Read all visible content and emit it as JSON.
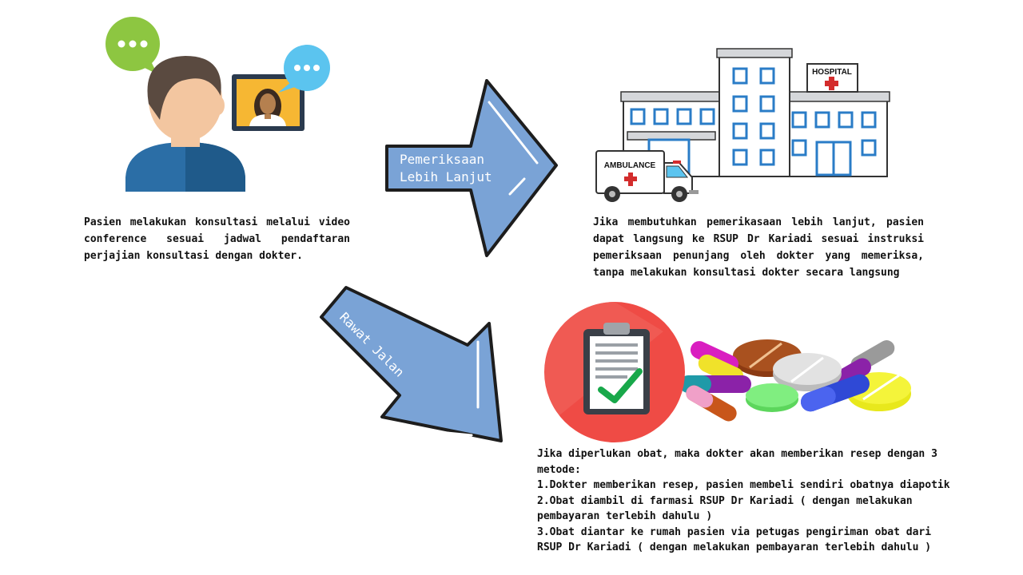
{
  "colors": {
    "arrow_fill": "#7aa3d6",
    "arrow_stroke": "#1d1d1d",
    "accent_green": "#8dc641",
    "accent_blue": "#5bc4ef",
    "hospital_red": "#d32c2c",
    "clipboard_red": "#ef4b45",
    "check_green": "#18a84a"
  },
  "arrows": {
    "right_label_line1": "Pemeriksaan",
    "right_label_line2": "Lebih Lanjut",
    "diagonal_label": "Rawat Jalan"
  },
  "hospital": {
    "sign": "HOSPITAL",
    "ambulance": "AMBULANCE"
  },
  "texts": {
    "consultation": "Pasien melakukan konsultasi melalui video conference sesuai jadwal pendaftaran perjajian konsultasi dengan dokter.",
    "further_exam": "Jika membutuhkan pemerikasaan lebih lanjut, pasien dapat langsung ke RSUP Dr Kariadi sesuai instruksi pemeriksaan penunjang oleh dokter yang memeriksa, tanpa melakukan konsultasi dokter secara langsung",
    "medicine_lines": [
      "Jika diperlukan obat, maka dokter akan memberikan resep dengan 3",
      "metode:",
      "1.Dokter memberikan resep, pasien membeli sendiri obatnya diapotik",
      "2.Obat diambil di farmasi RSUP Dr Kariadi ( dengan melakukan",
      "pembayaran terlebih dahulu )",
      "3.Obat diantar ke rumah pasien via petugas pengiriman obat dari",
      "RSUP Dr Kariadi ( dengan melakukan pembayaran terlebih dahulu )"
    ]
  }
}
